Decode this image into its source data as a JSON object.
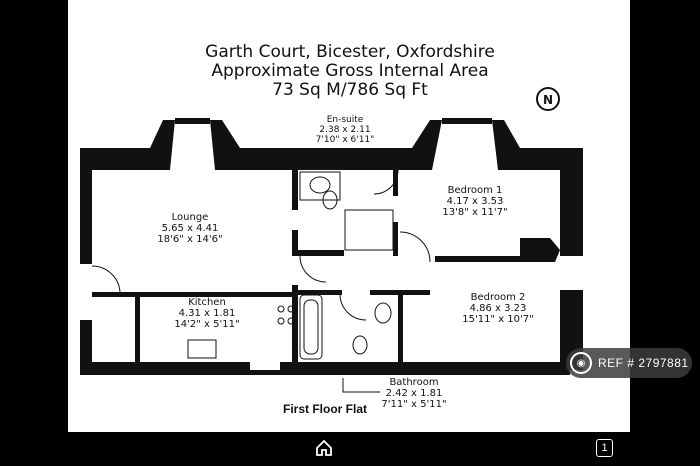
{
  "header": {
    "line1": "Garth Court, Bicester, Oxfordshire",
    "line2": "Approximate Gross Internal Area",
    "line3": "73 Sq M/786 Sq Ft"
  },
  "compass": {
    "letter": "N"
  },
  "rooms": {
    "ensuite": {
      "name": "En-suite",
      "metric": "2.38 x 2.11",
      "imperial": "7'10\" x 6'11\""
    },
    "bedroom1": {
      "name": "Bedroom 1",
      "metric": "4.17 x 3.53",
      "imperial": "13'8\" x 11'7\""
    },
    "lounge": {
      "name": "Lounge",
      "metric": "5.65 x 4.41",
      "imperial": "18'6\" x 14'6\""
    },
    "kitchen": {
      "name": "Kitchen",
      "metric": "4.31 x 1.81",
      "imperial": "14'2\" x 5'11\""
    },
    "bedroom2": {
      "name": "Bedroom 2",
      "metric": "4.86 x 3.23",
      "imperial": "15'11\" x 10'7\""
    },
    "bathroom": {
      "name": "Bathroom",
      "metric": "2.42 x 1.81",
      "imperial": "7'11\" x 5'11\""
    }
  },
  "floor_label": "First Floor Flat",
  "ref_badge": {
    "text": "REF # 2797881"
  },
  "nav": {
    "page_count": "1"
  }
}
